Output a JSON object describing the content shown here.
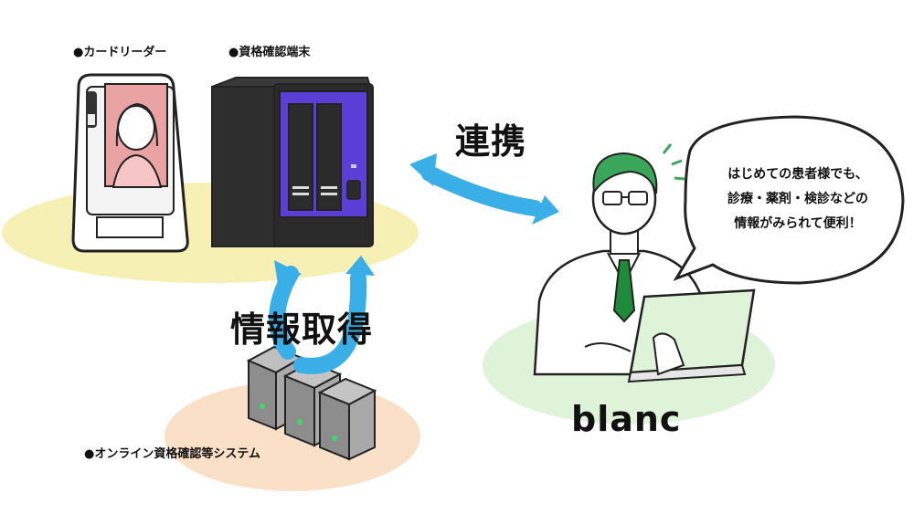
{
  "labels": {
    "card_reader": "●カードリーダー",
    "terminal": "●資格確認端末",
    "system": "●オンライン資格確認等システム"
  },
  "actions": {
    "link": "連携",
    "acquire": "情報取得"
  },
  "product": {
    "name": "blanc"
  },
  "speech": {
    "lines": [
      "はじめての患者様でも、",
      "診療・薬剤・検診などの",
      "情報がみられて便利！"
    ]
  },
  "colors": {
    "ellipse_yellow": "#f7f0b4",
    "ellipse_peach": "#fbe0c8",
    "ellipse_green": "#dff3d9",
    "arrow_blue": "#3aaee6",
    "terminal_purple": "#5a3fd6",
    "hair_green": "#3aa65a",
    "tie_green": "#1f8a3a"
  }
}
